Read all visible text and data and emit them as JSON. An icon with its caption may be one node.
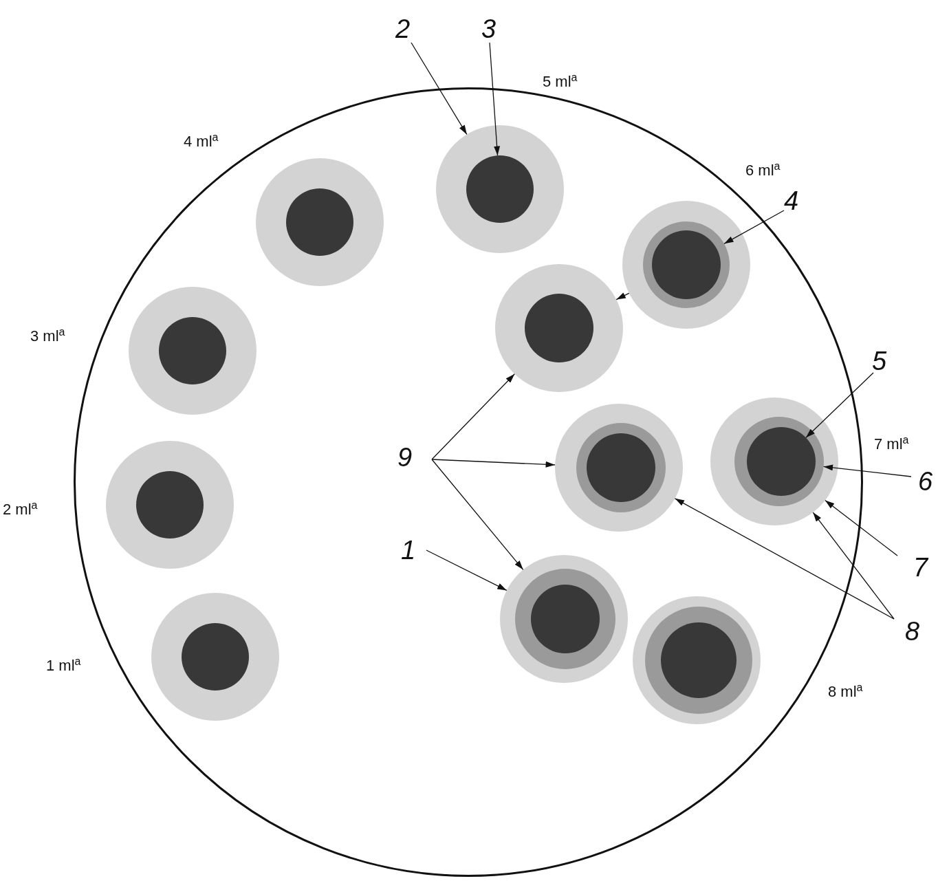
{
  "diagram": {
    "nodes": [
      {
        "text": [],
        "shape": "circle"
      },
      {
        "text": [],
        "shape": "circle",
        "in": 0
      },
      {
        "text": [],
        "shape": "circle",
        "in": 1
      },
      {
        "text": [],
        "shape": "circle",
        "in": 0
      },
      {
        "text": [],
        "shape": "circle",
        "in": 3
      },
      {
        "text": [],
        "shape": "circle",
        "in": 0
      },
      {
        "text": [],
        "shape": "circle",
        "in": 5
      },
      {
        "text": [],
        "shape": "circle",
        "in": 6
      },
      {
        "text": [],
        "shape": "circle",
        "in": 0
      },
      {
        "text": [],
        "shape": "circle",
        "in": 8
      },
      {
        "text": [],
        "shape": "circle",
        "in": 0
      },
      {
        "text": [],
        "shape": "circle",
        "in": 10
      },
      {
        "text": [],
        "shape": "circle",
        "in": 0
      },
      {
        "text": [],
        "shape": "circle",
        "in": 12
      },
      {
        "text": [],
        "shape": "circle",
        "in": 13
      },
      {
        "text": [],
        "shape": "circle",
        "in": 0
      },
      {
        "text": [],
        "shape": "circle",
        "in": 15
      },
      {
        "text": [],
        "shape": "circle",
        "in": 16
      },
      {
        "text": [],
        "shape": "circle",
        "in": 0
      },
      {
        "text": [],
        "shape": "circle",
        "in": 18
      },
      {
        "text": [],
        "shape": "circle",
        "in": 0
      },
      {
        "text": [],
        "shape": "circle",
        "in": 20
      },
      {
        "text": [],
        "shape": "circle",
        "in": 21
      },
      {
        "text": [],
        "shape": "circle",
        "in": 0
      },
      {
        "text": [],
        "shape": "circle",
        "in": 23
      },
      {
        "text": [],
        "shape": "circle",
        "in": 0
      },
      {
        "text": [],
        "shape": "circle",
        "in": 25
      },
      {
        "text": [],
        "shape": "circle",
        "in": 26
      },
      {
        "text": [
          "2"
        ]
      },
      {
        "text": [
          "3"
        ]
      },
      {
        "text": [
          "4"
        ]
      },
      {
        "text": [
          "5"
        ]
      },
      {
        "text": [
          "9"
        ],
        "in": 0
      },
      {
        "text": [
          "6"
        ]
      },
      {
        "text": [
          "1"
        ],
        "in": 0
      },
      {
        "text": [
          "7"
        ]
      },
      {
        "text": [
          "8"
        ]
      }
    ],
    "edges": [
      {
        "from": 28,
        "to": 1,
        "arrow": "to"
      },
      {
        "from": 29,
        "to": 2,
        "arrow": "to"
      },
      {
        "from": 30,
        "to": 6,
        "arrow": "to"
      },
      {
        "from": 5,
        "to": 8,
        "arrow": "to"
      },
      {
        "from": 31,
        "to": 14,
        "arrow": "to"
      },
      {
        "from": 32,
        "to": 8,
        "arrow": "to"
      },
      {
        "from": 32,
        "to": 15,
        "arrow": "to"
      },
      {
        "from": 32,
        "to": 20,
        "arrow": "to"
      },
      {
        "from": 33,
        "to": 13,
        "arrow": "to"
      },
      {
        "from": 34,
        "to": 20,
        "arrow": "to"
      },
      {
        "from": 35,
        "to": 12,
        "arrow": "to"
      },
      {
        "from": 36,
        "to": 12,
        "arrow": "to"
      },
      {
        "from": 36,
        "to": 15,
        "arrow": "to"
      }
    ],
    "labels": [
      "5 ml$^{a}$",
      "4 ml$^{a}$",
      "6 ml$^{a}$",
      "3 ml$^{a}$",
      "7 ml$^{a}$",
      "2 ml$^{a}$",
      "1 ml$^{a}$",
      "8 ml$^{a}$"
    ]
  }
}
